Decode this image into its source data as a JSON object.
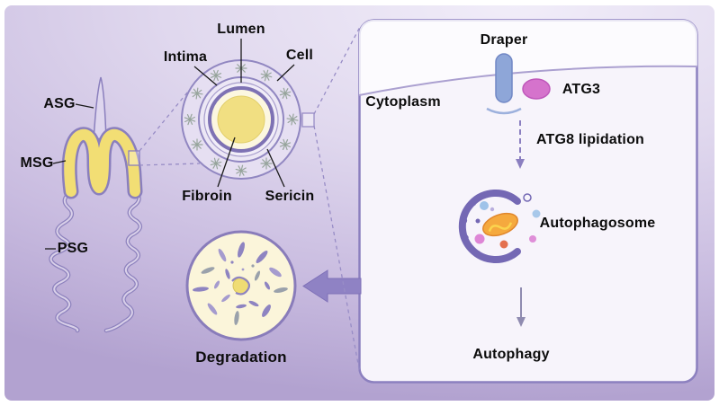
{
  "gland": {
    "asg_label": "ASG",
    "msg_label": "MSG",
    "psg_label": "PSG"
  },
  "cross_section": {
    "lumen_label": "Lumen",
    "intima_label": "Intima",
    "cell_label": "Cell",
    "fibroin_label": "Fibroin",
    "sericin_label": "Sericin"
  },
  "degradation": {
    "label": "Degradation"
  },
  "panel": {
    "draper_label": "Draper",
    "cytoplasm_label": "Cytoplasm",
    "atg3_label": "ATG3",
    "atg8_label": "ATG8 lipidation",
    "autophagosome_label": "Autophagosome",
    "autophagy_label": "Autophagy"
  },
  "colors": {
    "silk_yellow": "#f2de74",
    "outline_purple": "#8a7fbd",
    "panel_border": "#8c80bf",
    "receptor_blue": "#8ea6d8",
    "atg3_pink": "#d573cc",
    "mitochondrion_orange": "#f5a93e",
    "membrane_purple": "#7468b4",
    "fibroin_core": "#f1df82",
    "sericin_cream": "#fcf7e0"
  }
}
